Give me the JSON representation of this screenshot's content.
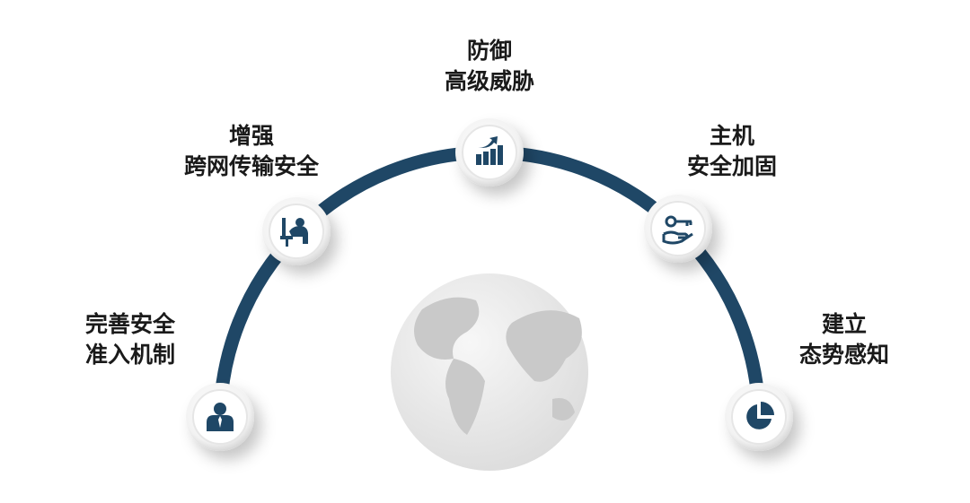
{
  "colors": {
    "arc": "#1f4766",
    "icon": "#1f4766",
    "globe": "#e4e4e4"
  },
  "nodes": [
    {
      "id": "access",
      "icon": "user-icon",
      "lines": [
        "完善安全",
        "准入机制"
      ]
    },
    {
      "id": "transport",
      "icon": "worker-desk-icon",
      "lines": [
        "增强",
        "跨网传输安全"
      ]
    },
    {
      "id": "apt",
      "icon": "growth-chart-icon",
      "lines": [
        "防御",
        "高级威胁"
      ]
    },
    {
      "id": "host",
      "icon": "key-hand-icon",
      "lines": [
        "主机",
        "安全加固"
      ]
    },
    {
      "id": "awareness",
      "icon": "pie-chart-icon",
      "lines": [
        "建立",
        "态势感知"
      ]
    }
  ]
}
